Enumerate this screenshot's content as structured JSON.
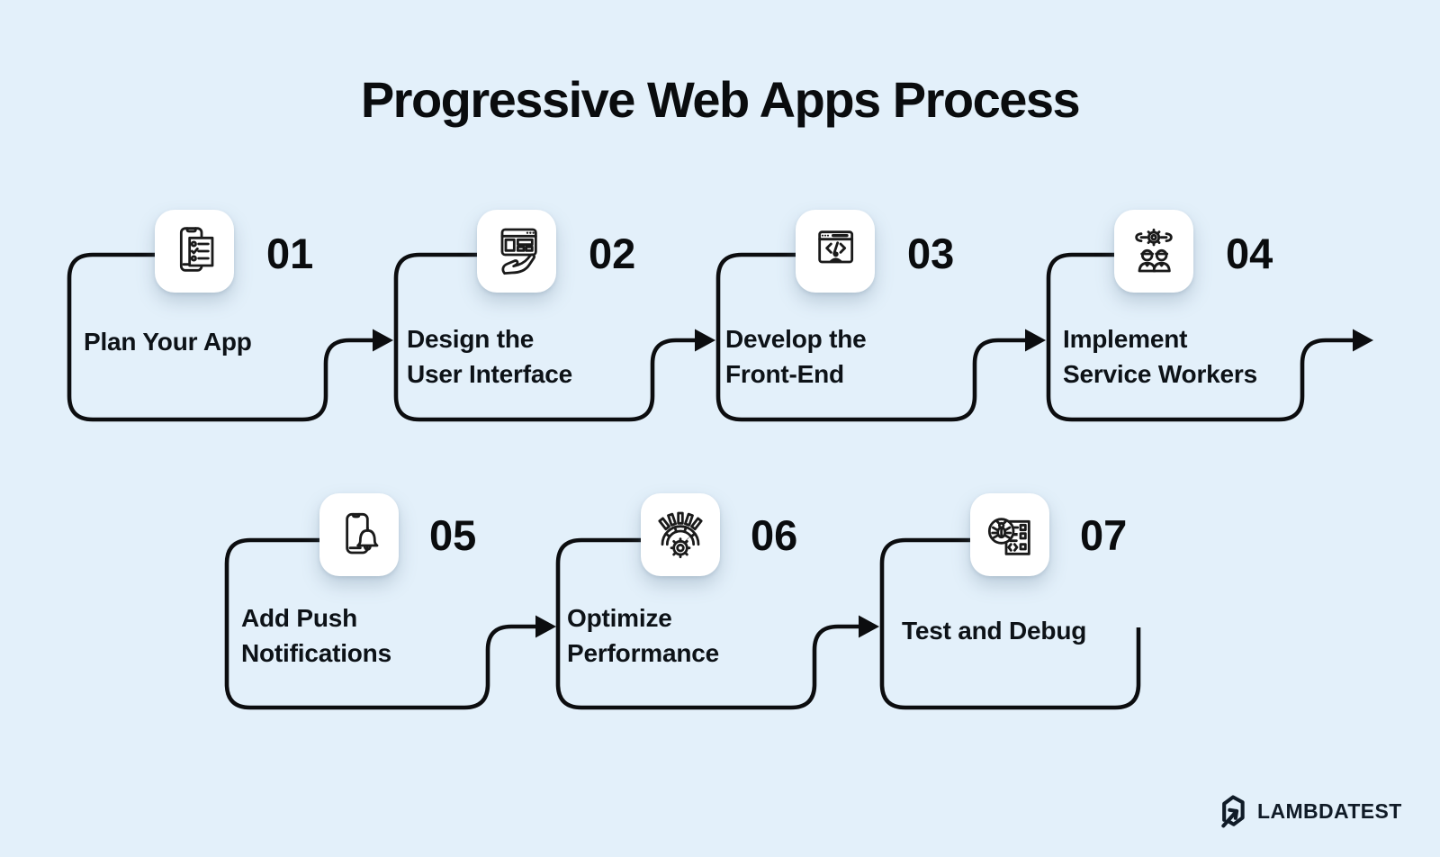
{
  "title": "Progressive Web Apps Process",
  "colors": {
    "background": "#e3f0fa",
    "line": "#0c0d0f",
    "card": "#ffffff",
    "text": "#0d1217",
    "logo": "#101b27"
  },
  "steps": [
    {
      "number": "01",
      "label": "Plan Your App",
      "lines": [
        "Plan Your App"
      ],
      "icon": "phone-checklist-icon"
    },
    {
      "number": "02",
      "label": "Design the User Interface",
      "lines": [
        "Design the",
        "User Interface"
      ],
      "icon": "browser-hand-icon"
    },
    {
      "number": "03",
      "label": "Develop the Front-End",
      "lines": [
        "Develop the",
        "Front-End"
      ],
      "icon": "browser-code-person-icon"
    },
    {
      "number": "04",
      "label": "Implement Service Workers",
      "lines": [
        "Implement",
        "Service Workers"
      ],
      "icon": "team-gear-wrench-icon"
    },
    {
      "number": "05",
      "label": "Add Push Notifications",
      "lines": [
        "Add Push",
        "Notifications"
      ],
      "icon": "phone-bell-icon"
    },
    {
      "number": "06",
      "label": "Optimize Performance",
      "lines": [
        "Optimize",
        "Performance"
      ],
      "icon": "performance-gauge-gear-icon"
    },
    {
      "number": "07",
      "label": "Test and Debug",
      "lines": [
        "Test and Debug"
      ],
      "icon": "bug-magnifier-checklist-icon"
    }
  ],
  "logo": {
    "text": "LAMBDATEST"
  }
}
